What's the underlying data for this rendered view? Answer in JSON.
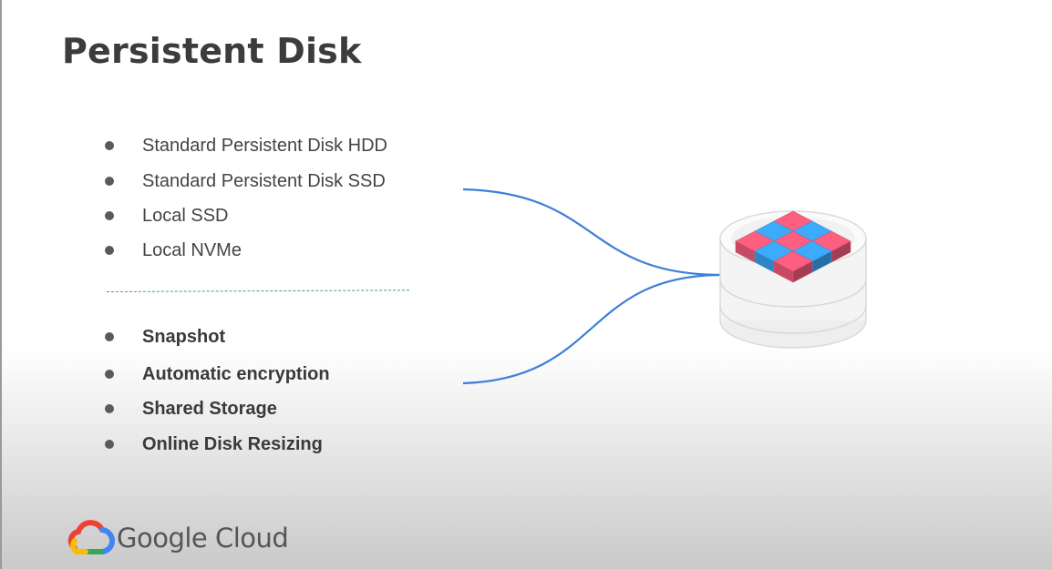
{
  "slide": {
    "title": "Persistent Disk",
    "disk_types": [
      "Standard Persistent Disk HDD",
      "Standard Persistent Disk SSD",
      "Local SSD",
      "Local NVMe"
    ],
    "features": [
      "Snapshot",
      "Automatic encryption",
      "Shared Storage",
      "Online Disk Resizing"
    ],
    "illustration_icon": "database-disk-icon",
    "colors": {
      "connector": "#3d7fd9",
      "cube_red": "#f05a7a",
      "cube_blue": "#3aa3f0"
    }
  },
  "footer": {
    "logo_icon": "google-cloud-logo-icon",
    "brand": "Google Cloud"
  }
}
